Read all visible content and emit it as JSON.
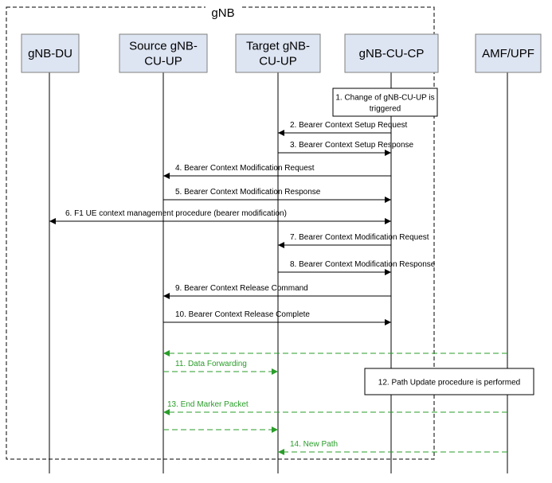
{
  "group": {
    "label": "gNB"
  },
  "entities": [
    {
      "id": "du",
      "lines": [
        "gNB-DU"
      ]
    },
    {
      "id": "src",
      "lines": [
        "Source gNB-",
        "CU-UP"
      ]
    },
    {
      "id": "tgt",
      "lines": [
        "Target gNB-",
        "CU-UP"
      ]
    },
    {
      "id": "cp",
      "lines": [
        "gNB-CU-CP"
      ]
    },
    {
      "id": "amf",
      "lines": [
        "AMF/UPF"
      ]
    }
  ],
  "notes": [
    {
      "id": "note1",
      "lines": [
        "1. Change of gNB-CU-UP is",
        "triggered"
      ]
    },
    {
      "id": "note12",
      "lines": [
        "12. Path Update procedure is performed"
      ]
    }
  ],
  "messages": [
    {
      "id": "m2",
      "label": "2. Bearer Context Setup Request",
      "from": "cp",
      "to": "tgt",
      "style": "solid"
    },
    {
      "id": "m3",
      "label": "3. Bearer Context Setup Response",
      "from": "tgt",
      "to": "cp",
      "style": "solid"
    },
    {
      "id": "m4",
      "label": "4. Bearer Context Modification Request",
      "from": "cp",
      "to": "src",
      "style": "solid"
    },
    {
      "id": "m5",
      "label": "5. Bearer Context Modification Response",
      "from": "src",
      "to": "cp",
      "style": "solid"
    },
    {
      "id": "m6",
      "label": "6. F1 UE context management procedure (bearer modification)",
      "from": "du",
      "to": "cp",
      "style": "double"
    },
    {
      "id": "m7",
      "label": "7. Bearer Context Modification Request",
      "from": "cp",
      "to": "tgt",
      "style": "solid"
    },
    {
      "id": "m8",
      "label": "8. Bearer Context Modification Response",
      "from": "tgt",
      "to": "cp",
      "style": "solid"
    },
    {
      "id": "m9",
      "label": "9. Bearer Context Release Command",
      "from": "cp",
      "to": "src",
      "style": "solid"
    },
    {
      "id": "m10",
      "label": "10. Bearer Context Release Complete",
      "from": "src",
      "to": "cp",
      "style": "solid"
    },
    {
      "id": "m11a",
      "label": "",
      "from": "amf",
      "to": "src",
      "style": "dashed"
    },
    {
      "id": "m11b",
      "label": "11. Data Forwarding",
      "from": "src",
      "to": "tgt",
      "style": "dashed"
    },
    {
      "id": "m13a",
      "label": "13. End Marker Packet",
      "from": "amf",
      "to": "src",
      "style": "dashed"
    },
    {
      "id": "m13b",
      "label": "",
      "from": "src",
      "to": "tgt",
      "style": "dashed"
    },
    {
      "id": "m14",
      "label": "14. New Path",
      "from": "amf",
      "to": "tgt",
      "style": "dashed"
    }
  ],
  "colors": {
    "solid": "#000000",
    "dashed": "#2a9d2a",
    "box_fill": "#dde4f2",
    "box_stroke": "#7f7f7f"
  }
}
